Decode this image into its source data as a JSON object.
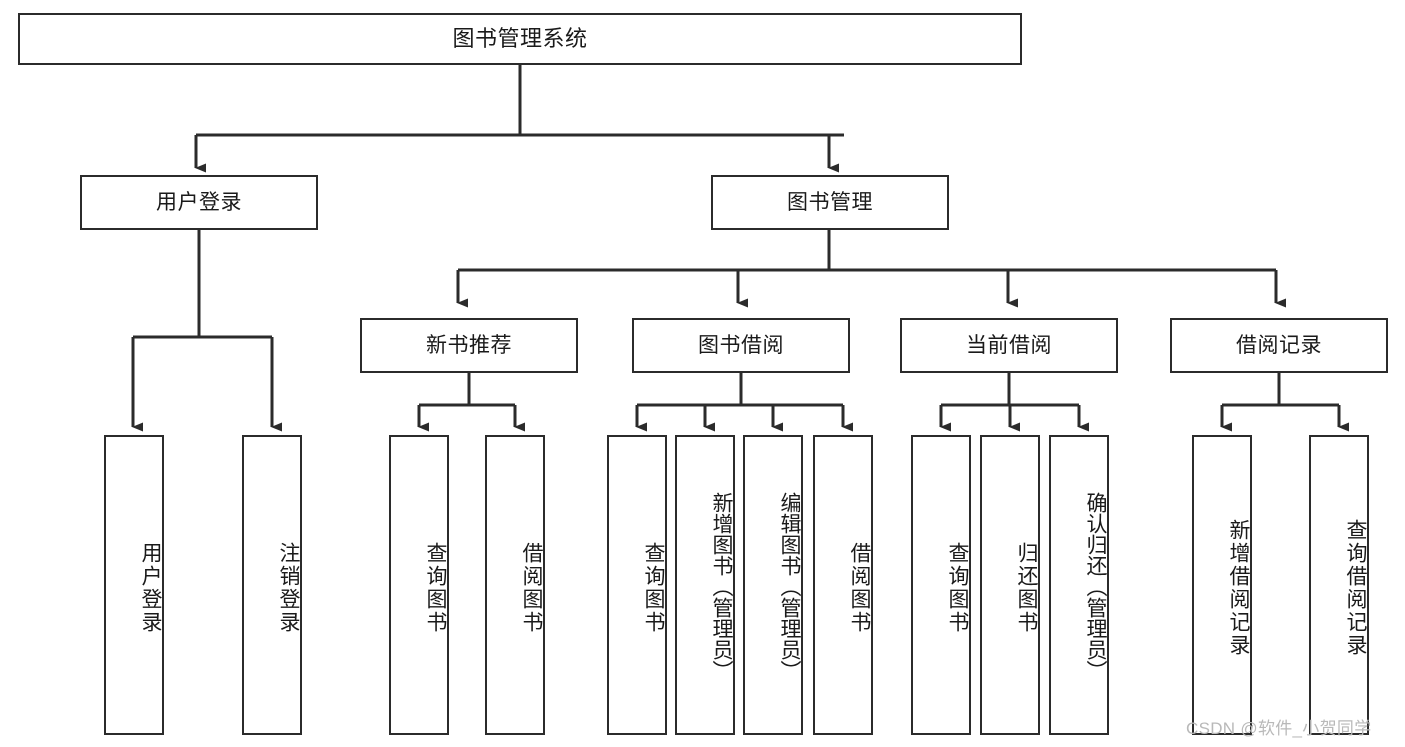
{
  "diagram": {
    "type": "tree-hierarchy",
    "title": "图书管理系统",
    "orientation": "top-down",
    "line_color": "#2b2b2b",
    "box_fill": "#ffffff",
    "text_color": "#1a1a1a",
    "nodes": {
      "root": {
        "label": "图书管理系统",
        "level": 0,
        "text_direction": "horizontal"
      },
      "user_login": {
        "label": "用户登录",
        "level": 1,
        "text_direction": "horizontal"
      },
      "book_manage": {
        "label": "图书管理",
        "level": 1,
        "text_direction": "horizontal"
      },
      "new_book_rec": {
        "label": "新书推荐",
        "level": 2,
        "text_direction": "horizontal"
      },
      "book_borrow": {
        "label": "图书借阅",
        "level": 2,
        "text_direction": "horizontal"
      },
      "current_borrow": {
        "label": "当前借阅",
        "level": 2,
        "text_direction": "horizontal"
      },
      "borrow_record": {
        "label": "借阅记录",
        "level": 2,
        "text_direction": "horizontal"
      },
      "leaf_user_login": {
        "label": "用户登录",
        "level": 3,
        "text_direction": "vertical"
      },
      "leaf_logout": {
        "label": "注销登录",
        "level": 3,
        "text_direction": "vertical"
      },
      "leaf_query_book_1": {
        "label": "查询图书",
        "level": 3,
        "text_direction": "vertical"
      },
      "leaf_borrow_book_1": {
        "label": "借阅图书",
        "level": 3,
        "text_direction": "vertical"
      },
      "leaf_query_book_2": {
        "label": "查询图书",
        "level": 3,
        "text_direction": "vertical"
      },
      "leaf_add_book": {
        "label": "新增图书（管理员）",
        "level": 3,
        "text_direction": "vertical"
      },
      "leaf_edit_book": {
        "label": "编辑图书（管理员）",
        "level": 3,
        "text_direction": "vertical"
      },
      "leaf_borrow_book_2": {
        "label": "借阅图书",
        "level": 3,
        "text_direction": "vertical"
      },
      "leaf_query_book_3": {
        "label": "查询图书",
        "level": 3,
        "text_direction": "vertical"
      },
      "leaf_return_book": {
        "label": "归还图书",
        "level": 3,
        "text_direction": "vertical"
      },
      "leaf_confirm_return": {
        "label": "确认归还（管理员）",
        "level": 3,
        "text_direction": "vertical"
      },
      "leaf_add_record": {
        "label": "新增借阅记录",
        "level": 3,
        "text_direction": "vertical"
      },
      "leaf_query_record": {
        "label": "查询借阅记录",
        "level": 3,
        "text_direction": "vertical"
      }
    },
    "edges": [
      {
        "from": "root",
        "to": "user_login"
      },
      {
        "from": "root",
        "to": "book_manage"
      },
      {
        "from": "book_manage",
        "to": "new_book_rec"
      },
      {
        "from": "book_manage",
        "to": "book_borrow"
      },
      {
        "from": "book_manage",
        "to": "current_borrow"
      },
      {
        "from": "book_manage",
        "to": "borrow_record"
      },
      {
        "from": "user_login",
        "to": "leaf_user_login"
      },
      {
        "from": "user_login",
        "to": "leaf_logout"
      },
      {
        "from": "new_book_rec",
        "to": "leaf_query_book_1"
      },
      {
        "from": "new_book_rec",
        "to": "leaf_borrow_book_1"
      },
      {
        "from": "book_borrow",
        "to": "leaf_query_book_2"
      },
      {
        "from": "book_borrow",
        "to": "leaf_add_book"
      },
      {
        "from": "book_borrow",
        "to": "leaf_edit_book"
      },
      {
        "from": "book_borrow",
        "to": "leaf_borrow_book_2"
      },
      {
        "from": "current_borrow",
        "to": "leaf_query_book_3"
      },
      {
        "from": "current_borrow",
        "to": "leaf_return_book"
      },
      {
        "from": "current_borrow",
        "to": "leaf_confirm_return"
      },
      {
        "from": "borrow_record",
        "to": "leaf_add_record"
      },
      {
        "from": "borrow_record",
        "to": "leaf_query_record"
      }
    ]
  },
  "watermark": {
    "text": "CSDN @软件_小贺同学"
  }
}
